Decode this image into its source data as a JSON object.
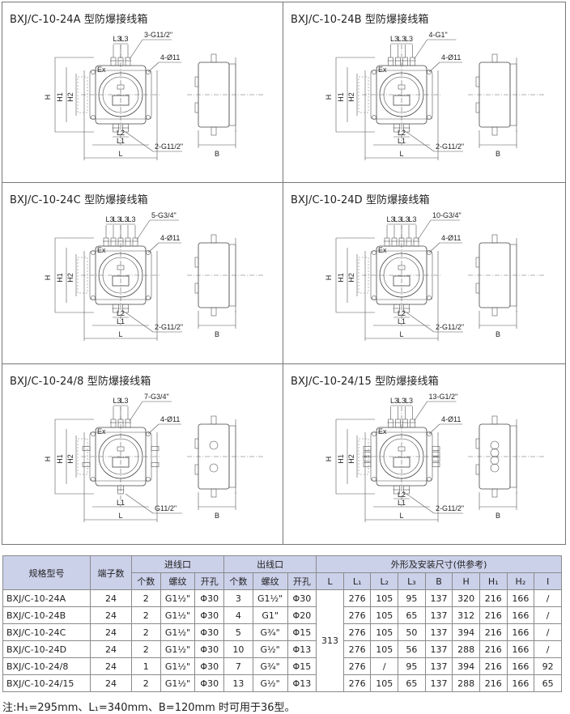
{
  "diagrams": [
    {
      "title": "BXJ/C-10-24A 型防爆接线箱",
      "top_labels": [
        "L3",
        "L3"
      ],
      "top_callout": "3-G11/2\"",
      "bolt_callout": "4-Ø11",
      "bottom_callout": "2-G11/2\"",
      "ex": "Ex",
      "h": "H",
      "h1": "H1",
      "h2": "H2",
      "l": "L",
      "l1": "L1",
      "l2": "L2",
      "b": "B",
      "top_glands": 3,
      "bottom_glands": 2,
      "side_glands": 0,
      "side_holes": 0
    },
    {
      "title": "BXJ/C-10-24B 型防爆接线箱",
      "top_labels": [
        "L3",
        "L3",
        "L3"
      ],
      "top_callout": "4-G1\"",
      "bolt_callout": "4-Ø11",
      "bottom_callout": "2-G11/2\"",
      "ex": "Ex",
      "h": "H",
      "h1": "H1",
      "h2": "H2",
      "l": "L",
      "l1": "L1",
      "l2": "L2",
      "b": "B",
      "top_glands": 4,
      "bottom_glands": 2,
      "side_glands": 0,
      "side_holes": 0
    },
    {
      "title": "BXJ/C-10-24C 型防爆接线箱",
      "top_labels": [
        "L3",
        "L3",
        "L3",
        "L3"
      ],
      "top_callout": "5-G3/4\"",
      "bolt_callout": "4-Ø11",
      "bottom_callout": "2-G11/2\"",
      "ex": "Ex",
      "h": "H",
      "h1": "H1",
      "h2": "H2",
      "l": "L",
      "l1": "L1",
      "l2": "L2",
      "b": "B",
      "top_glands": 5,
      "bottom_glands": 2,
      "side_glands": 0,
      "side_holes": 0
    },
    {
      "title": "BXJ/C-10-24D 型防爆接线箱",
      "top_labels": [
        "L3",
        "L3",
        "L3",
        "L3"
      ],
      "top_callout": "10-G3/4\"",
      "bolt_callout": "4-Ø11",
      "bottom_callout": "2-G11/2\"",
      "ex": "Ex",
      "h": "H",
      "h1": "H1",
      "h2": "H2",
      "l": "L",
      "l1": "L1",
      "l2": "L2",
      "b": "B",
      "top_glands": 5,
      "bottom_glands": 2,
      "side_glands": 0,
      "side_holes": 0
    },
    {
      "title": "BXJ/C-10-24/8 型防爆接线箱",
      "top_labels": [
        "L3",
        "L3"
      ],
      "top_callout": "7-G3/4\"",
      "bolt_callout": "4-Ø11",
      "bottom_callout": "G11/2\"",
      "ex": "Ex",
      "h": "H",
      "h1": "H1",
      "h2": "H2",
      "l": "L",
      "l1": "L1",
      "l2": "",
      "b": "B",
      "top_glands": 3,
      "bottom_glands": 1,
      "side_glands": 2,
      "side_holes": 2
    },
    {
      "title": "BXJ/C-10-24/15 型防爆接线箱",
      "top_labels": [
        "L3",
        "L3",
        "L3"
      ],
      "top_callout": "13-G1/2\"",
      "bolt_callout": "4-Ø11",
      "bottom_callout": "2-G11/2\"",
      "ex": "Ex",
      "h": "H",
      "h1": "H1",
      "h2": "H2",
      "l": "L",
      "l1": "L1",
      "l2": "L2",
      "b": "B",
      "top_glands": 4,
      "bottom_glands": 2,
      "side_glands": 4,
      "side_holes": 4
    }
  ],
  "table": {
    "header": {
      "model": "规格型号",
      "terminals": "端子数",
      "inlet": "进线口",
      "outlet": "出线口",
      "dims": "外形及安装尺寸(供参考)",
      "qty": "个数",
      "thread": "螺纹",
      "hole": "开孔",
      "cols": [
        "L",
        "L₁",
        "L₂",
        "L₃",
        "B",
        "H",
        "H₁",
        "H₂",
        "I"
      ]
    },
    "L_value": "313",
    "rows": [
      {
        "model": "BXJ/C-10-24A",
        "terminals": "24",
        "in_qty": "2",
        "in_thread": "G1½\"",
        "in_hole": "Φ30",
        "out_qty": "3",
        "out_thread": "G1½\"",
        "out_hole": "Φ30",
        "dims": [
          "276",
          "105",
          "95",
          "137",
          "320",
          "216",
          "166",
          "/"
        ]
      },
      {
        "model": "BXJ/C-10-24B",
        "terminals": "24",
        "in_qty": "2",
        "in_thread": "G1½\"",
        "in_hole": "Φ30",
        "out_qty": "4",
        "out_thread": "G1\"",
        "out_hole": "Φ20",
        "dims": [
          "276",
          "105",
          "65",
          "137",
          "312",
          "216",
          "166",
          "/"
        ]
      },
      {
        "model": "BXJ/C-10-24C",
        "terminals": "24",
        "in_qty": "2",
        "in_thread": "G1½\"",
        "in_hole": "Φ30",
        "out_qty": "5",
        "out_thread": "G¾\"",
        "out_hole": "Φ15",
        "dims": [
          "276",
          "105",
          "50",
          "137",
          "394",
          "216",
          "166",
          "/"
        ]
      },
      {
        "model": "BXJ/C-10-24D",
        "terminals": "24",
        "in_qty": "2",
        "in_thread": "G1½\"",
        "in_hole": "Φ30",
        "out_qty": "10",
        "out_thread": "G½\"",
        "out_hole": "Φ13",
        "dims": [
          "276",
          "105",
          "56",
          "137",
          "288",
          "216",
          "166",
          "/"
        ]
      },
      {
        "model": "BXJ/C-10-24/8",
        "terminals": "24",
        "in_qty": "1",
        "in_thread": "G1½\"",
        "in_hole": "Φ30",
        "out_qty": "7",
        "out_thread": "G¾\"",
        "out_hole": "Φ15",
        "dims": [
          "276",
          "/",
          "95",
          "137",
          "394",
          "216",
          "166",
          "92"
        ]
      },
      {
        "model": "BXJ/C-10-24/15",
        "terminals": "24",
        "in_qty": "2",
        "in_thread": "G1½\"",
        "in_hole": "Φ30",
        "out_qty": "13",
        "out_thread": "G½\"",
        "out_hole": "Φ13",
        "dims": [
          "276",
          "105",
          "65",
          "137",
          "288",
          "216",
          "166",
          "65"
        ]
      }
    ]
  },
  "note": "注:H₁=295mm、L₁=340mm、B=120mm 时可用于36型。"
}
